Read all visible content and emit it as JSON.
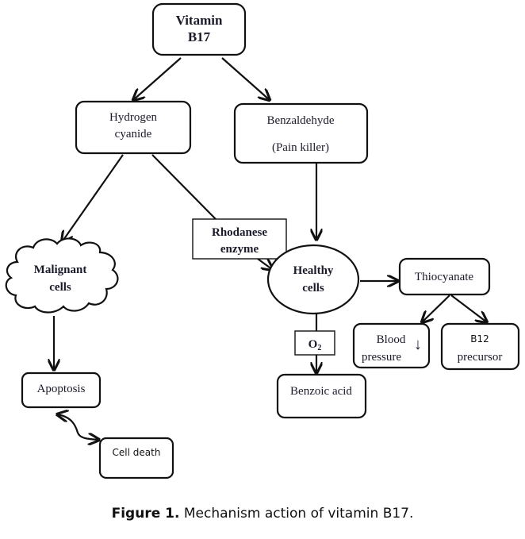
{
  "nodes": {
    "vitamin_b17": {
      "line1": "Vitamin",
      "line2": "B17"
    },
    "hydrogen_cyanide": {
      "line1": "Hydrogen",
      "line2": "cyanide"
    },
    "benzaldehyde": {
      "line1": "Benzaldehyde",
      "line2": "(Pain killer)"
    },
    "rhodanese": {
      "line1": "Rhodanese",
      "line2": "enzyme"
    },
    "malignant_cells": {
      "line1": "Malignant",
      "line2": "cells"
    },
    "healthy_cells": {
      "line1": "Healthy",
      "line2": "cells"
    },
    "thiocyanate": {
      "label": "Thiocyanate"
    },
    "blood_pressure": {
      "line1": "Blood",
      "line2": "pressure",
      "indicator": "↓"
    },
    "b12_precursor": {
      "line1": "B12",
      "line2": "precursor"
    },
    "o2": {
      "label": "O",
      "subscript": "2"
    },
    "benzoic_acid": {
      "label": "Benzoic acid"
    },
    "apoptosis": {
      "label": "Apoptosis"
    },
    "cell_death": {
      "label": "Cell death"
    }
  },
  "edges": [
    {
      "from": "Vitamin B17",
      "to": "Hydrogen cyanide"
    },
    {
      "from": "Vitamin B17",
      "to": "Benzaldehyde"
    },
    {
      "from": "Hydrogen cyanide",
      "to": "Malignant cells"
    },
    {
      "from": "Hydrogen cyanide",
      "to": "Healthy cells",
      "via": "Rhodanese enzyme"
    },
    {
      "from": "Benzaldehyde",
      "to": "Healthy cells"
    },
    {
      "from": "Healthy cells",
      "to": "Thiocyanate"
    },
    {
      "from": "Healthy cells",
      "to": "Benzoic acid",
      "via": "O2"
    },
    {
      "from": "Thiocyanate",
      "to": "Blood pressure"
    },
    {
      "from": "Thiocyanate",
      "to": "B12 precursor"
    },
    {
      "from": "Malignant cells",
      "to": "Apoptosis"
    },
    {
      "from": "Apoptosis",
      "to": "Cell death",
      "bidirectional": true
    }
  ],
  "caption": {
    "label": "Figure 1.",
    "text": " Mechanism action of vitamin B17."
  }
}
